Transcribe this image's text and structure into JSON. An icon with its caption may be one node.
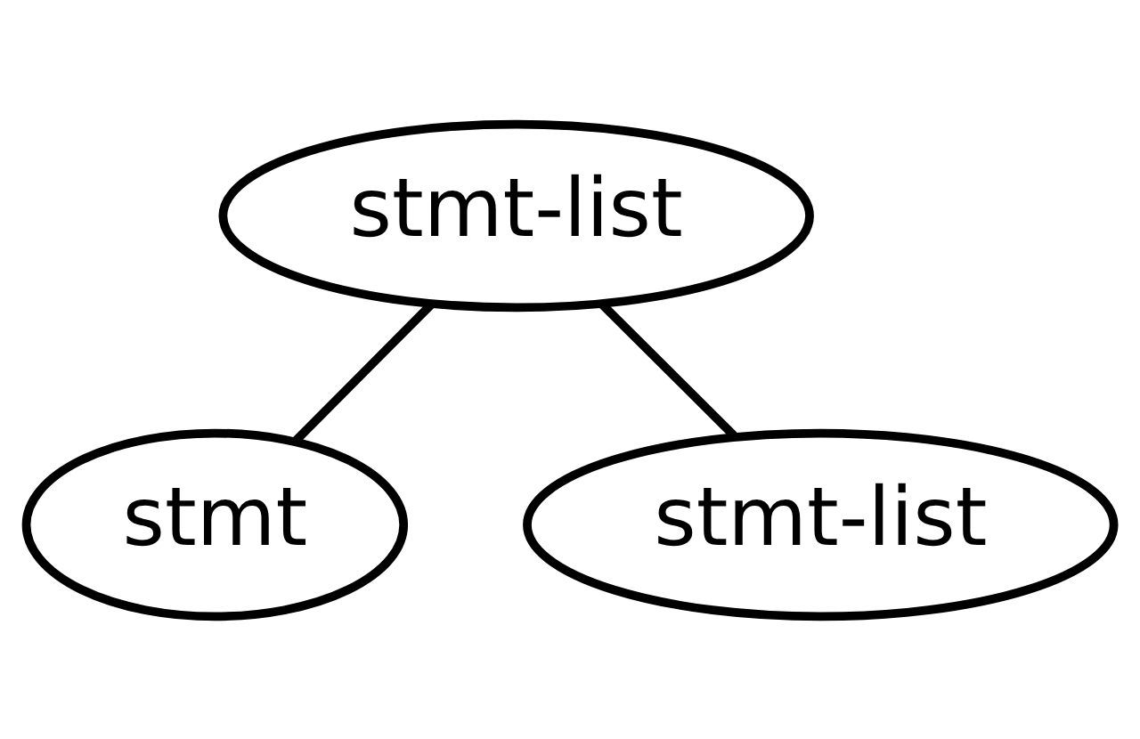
{
  "diagram": {
    "nodes": [
      {
        "text": [
          "stmt-list"
        ]
      },
      {
        "text": [
          "stmt"
        ]
      },
      {
        "text": [
          "stmt-list"
        ]
      }
    ],
    "edges": [
      {
        "from": 0,
        "to": 1,
        "arrow": "none"
      },
      {
        "from": 0,
        "to": 2,
        "arrow": "none"
      }
    ]
  }
}
